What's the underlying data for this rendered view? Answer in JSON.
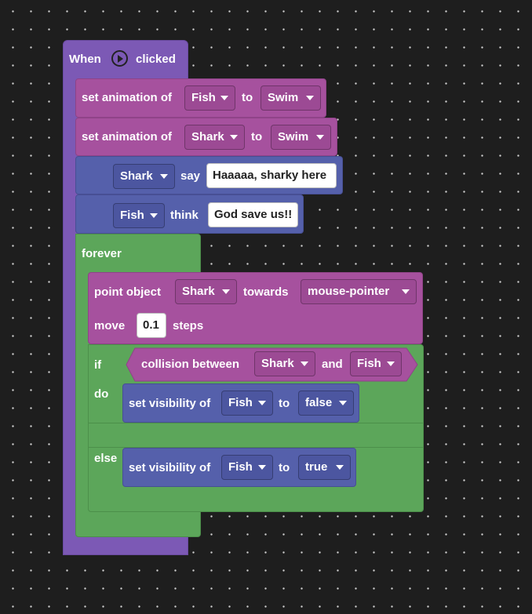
{
  "hat": {
    "when": "When",
    "clicked": "clicked",
    "play_icon": "play-circle-icon"
  },
  "set_anim_1": {
    "label": "set animation of",
    "object": "Fish",
    "to": "to",
    "animation": "Swim"
  },
  "set_anim_2": {
    "label": "set animation of",
    "object": "Shark",
    "to": "to",
    "animation": "Swim"
  },
  "say_block": {
    "object": "Shark",
    "verb": "say",
    "text": "Haaaaa, sharky here"
  },
  "think_block": {
    "object": "Fish",
    "verb": "think",
    "text": "God save us!!"
  },
  "forever": {
    "label": "forever"
  },
  "point_block": {
    "label": "point object",
    "object": "Shark",
    "towards": "towards",
    "target": "mouse-pointer"
  },
  "move_block": {
    "label": "move",
    "value": "0.1",
    "steps": "steps"
  },
  "if_block": {
    "if": "if",
    "do": "do",
    "else": "else"
  },
  "collision": {
    "label": "collision between",
    "object_a": "Shark",
    "and": "and",
    "object_b": "Fish"
  },
  "vis_true_branch": {
    "label": "set visibility of",
    "object": "Fish",
    "to": "to",
    "value": "false"
  },
  "vis_false_branch": {
    "label": "set visibility of",
    "object": "Fish",
    "to": "to",
    "value": "true"
  },
  "colors": {
    "events": "#7c59b5",
    "looks": "#a6519e",
    "speech": "#5560ab",
    "control": "#5ca65a",
    "canvas": "#1e1e1e"
  }
}
